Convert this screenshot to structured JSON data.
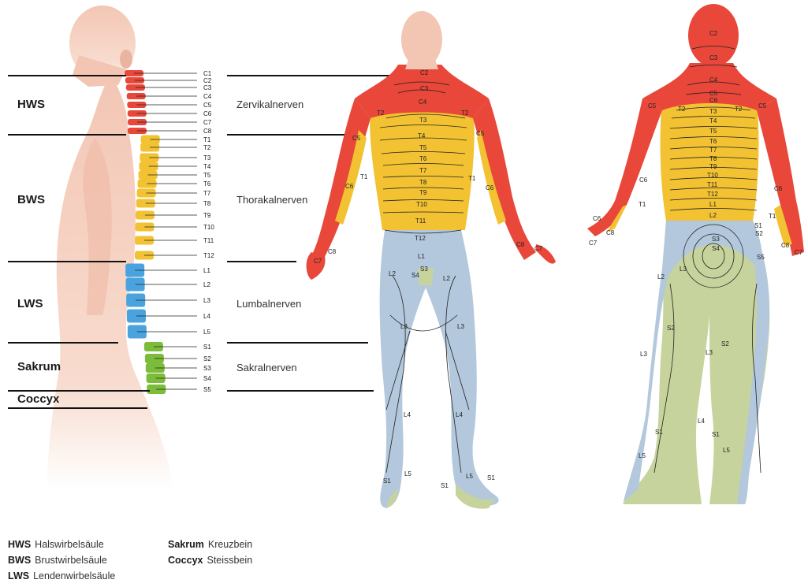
{
  "colors": {
    "cervical": "#e8473a",
    "thoracic": "#f2c232",
    "lumbar": "#b3c8dc",
    "sacral": "#c7d39c",
    "skin": "#f6d1c2"
  },
  "spine_segments": [
    {
      "id": "HWS",
      "label": "HWS"
    },
    {
      "id": "BWS",
      "label": "BWS"
    },
    {
      "id": "LWS",
      "label": "LWS"
    },
    {
      "id": "Sakrum",
      "label": "Sakrum"
    },
    {
      "id": "Coccyx",
      "label": "Coccyx"
    }
  ],
  "nerve_groups": [
    "Zervikalnerven",
    "Thorakalnerven",
    "Lumbalnerven",
    "Sakralnerven"
  ],
  "root_labels": [
    "C1",
    "C2",
    "C3",
    "C4",
    "C5",
    "C6",
    "C7",
    "C8",
    "T1",
    "T2",
    "T3",
    "T4",
    "T5",
    "T6",
    "T7",
    "T8",
    "T9",
    "T10",
    "T11",
    "T12",
    "L1",
    "L2",
    "L3",
    "L4",
    "L5",
    "S1",
    "S2",
    "S3",
    "S4",
    "S5"
  ],
  "front_labels": {
    "c2": "C2",
    "c3": "C3",
    "c4": "C4",
    "t2l": "T2",
    "t2r": "T2",
    "t3": "T3",
    "t4": "T4",
    "t5": "T5",
    "t6": "T6",
    "t7": "T7",
    "t8": "T8",
    "t9": "T9",
    "t10": "T10",
    "t11": "T11",
    "t12": "T12",
    "c5l": "C5",
    "c5r": "C5",
    "t1l": "T1",
    "t1r": "T1",
    "c6l": "C6",
    "c6r": "C6",
    "c7l": "C7",
    "c8l": "C8",
    "c8r": "C8",
    "c7r": "C7",
    "l1": "L1",
    "l2l": "L2",
    "l2r": "L2",
    "s3": "S3",
    "s4": "S4",
    "l3l": "L3",
    "l3r": "L3",
    "l4l": "L4",
    "l4r": "L4",
    "l5l": "L5",
    "l5r": "L5",
    "s1a": "S1",
    "s1b": "S1",
    "s1c": "S1"
  },
  "back_labels": {
    "c2": "C2",
    "c3": "C3",
    "c4": "C4",
    "c5a": "C5",
    "c6a": "C6",
    "c5l": "C5",
    "c5r": "C5",
    "t2l": "T2",
    "t2r": "T2",
    "t3": "T3",
    "t4": "T4",
    "t5": "T5",
    "t6": "T6",
    "t7": "T7",
    "t8": "T8",
    "t9": "T9",
    "t10": "T10",
    "t11": "T11",
    "t12": "T12",
    "l1": "L1",
    "l2": "L2",
    "c6l": "C6",
    "c6r": "C6",
    "t1l": "T1",
    "t1r": "T1",
    "c7l": "C7",
    "c8l": "C8",
    "c6h": "C6",
    "c8r": "C8",
    "c7r": "C7",
    "s1": "S1",
    "s2": "S2",
    "s3": "S3",
    "s4": "S4",
    "s5": "S5",
    "l2l": "L2",
    "l3a": "L3",
    "s2l": "S2",
    "s2r": "S2",
    "l3l": "L3",
    "l3r": "L3",
    "l4": "L4",
    "s1l": "S1",
    "s1r": "S1",
    "l5l": "L5",
    "l5r": "L5"
  },
  "legend": [
    {
      "abbr": "HWS",
      "text": "Halswirbelsäule"
    },
    {
      "abbr": "BWS",
      "text": "Brustwirbelsäule"
    },
    {
      "abbr": "LWS",
      "text": "Lendenwirbelsäule"
    },
    {
      "abbr": "Sakrum",
      "text": "Kreuzbein"
    },
    {
      "abbr": "Coccyx",
      "text": "Steissbein"
    }
  ]
}
